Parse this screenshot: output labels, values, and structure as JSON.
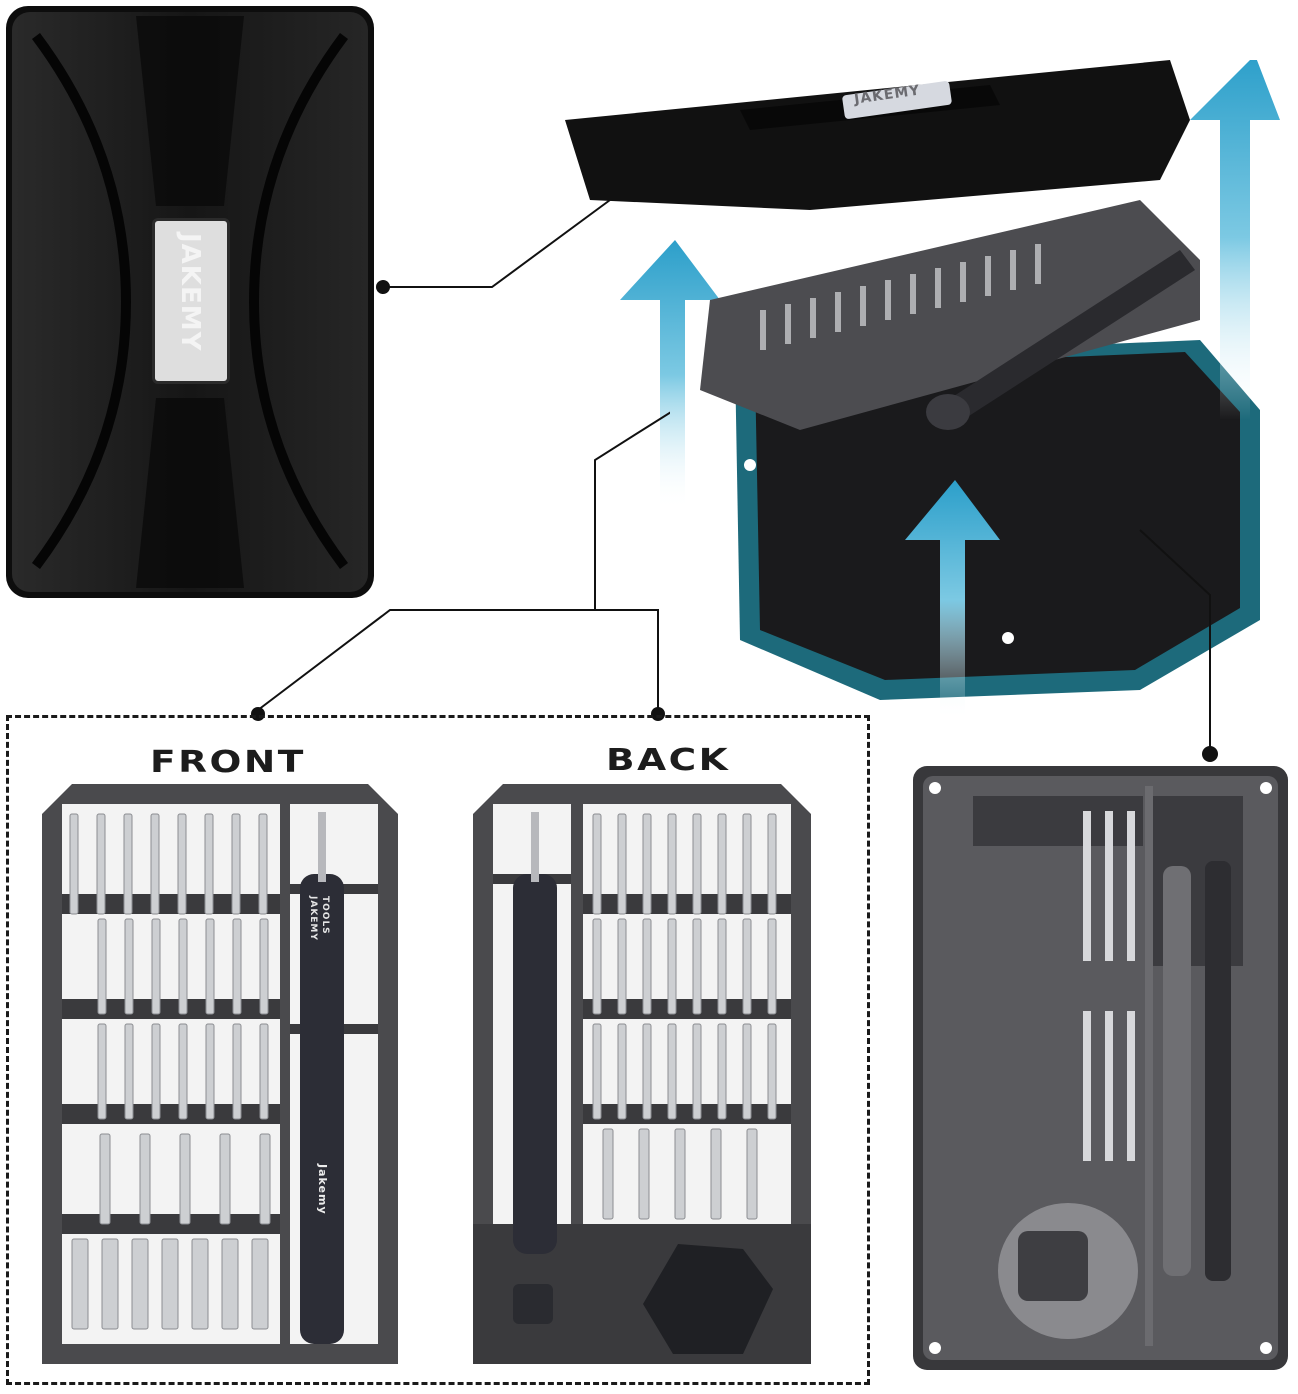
{
  "product": {
    "brand": "JAKEMY",
    "brand_secondary": "TOOLS",
    "handle_brand": "Jakemy"
  },
  "labels": {
    "front": "FRONT",
    "back": "BACK"
  },
  "panels": {
    "closed_case": "closed-case-lid",
    "exploded_view": "exploded-case-view",
    "front_tray": "front-bit-tray",
    "back_tray": "back-bit-tray",
    "base_tray": "base-tool-tray"
  },
  "colors": {
    "case_black": "#121212",
    "tray_gray": "#4a4a4d",
    "tray_dark": "#2c2c2f",
    "bit_silver": "#cfd0d3",
    "arrow_blue": "#3aa7cf",
    "base_teal": "#1f6e80",
    "badge_silver": "#dcdcdc",
    "callout_line": "#111111"
  }
}
